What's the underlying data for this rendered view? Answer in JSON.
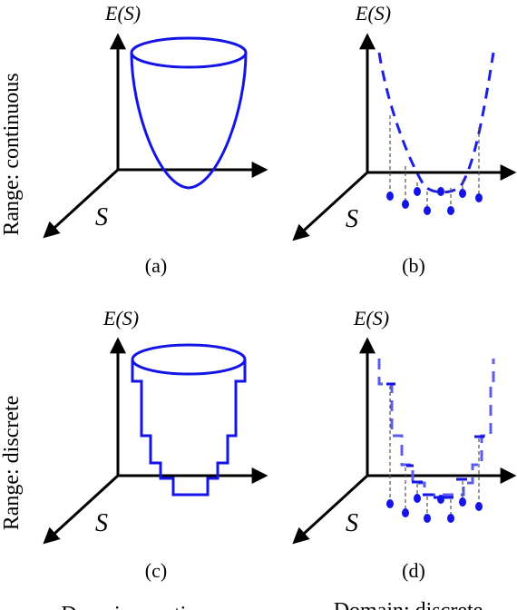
{
  "axis_labels": {
    "energy": "E(S)",
    "set": "S"
  },
  "row_labels": {
    "top": "Range: continuous",
    "bottom": "Range: discrete"
  },
  "panel_labels": {
    "a": "(a)",
    "b": "(b)",
    "c": "(c)",
    "d": "(d)"
  },
  "column_labels": {
    "left": "Domain: continuous",
    "right": "Domain: discrete"
  },
  "colors": {
    "curve": "#1414e6",
    "light": "#5b5bf0",
    "guide": "#555555",
    "axis": "#000000"
  }
}
